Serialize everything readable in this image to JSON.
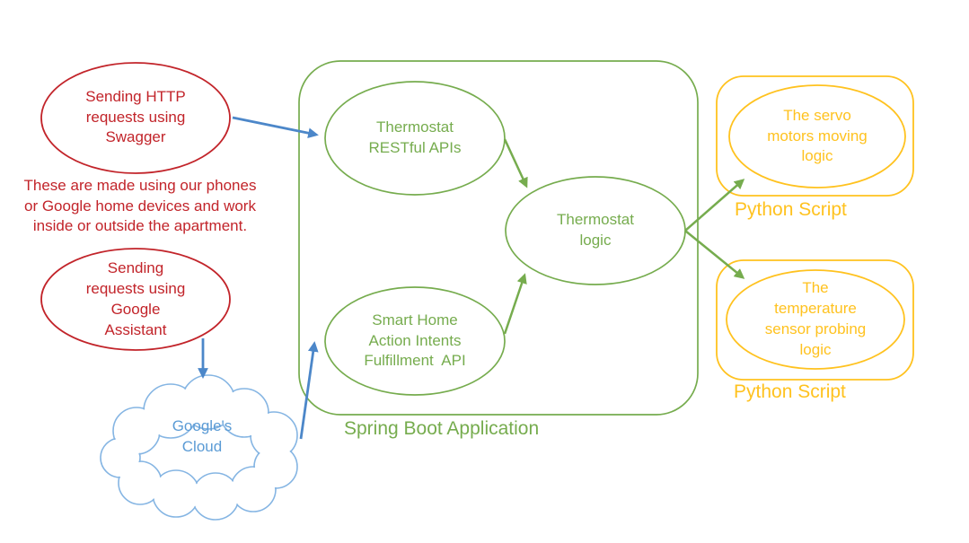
{
  "colors": {
    "red": "#C2242A",
    "green": "#76AC4E",
    "yellow": "#FFC21F",
    "blue-arrow": "#4C87C9",
    "blue-cloud": "#85B5E3",
    "blue-text": "#5B9BD5",
    "background": "#FFFFFF"
  },
  "nodes": {
    "swagger": {
      "label": "Sending HTTP\nrequests using\nSwagger"
    },
    "note": {
      "text": "These are made using our phones\nor Google home devices and work\ninside or outside the apartment."
    },
    "assistant": {
      "label": "Sending\nrequests using\nGoogle\nAssistant"
    },
    "cloud": {
      "label": "Google's\nCloud"
    },
    "rest_apis": {
      "label": "Thermostat\nRESTful APIs"
    },
    "thermostat_logic": {
      "label": "Thermostat\nlogic"
    },
    "smart_home": {
      "label": "Smart Home\nAction Intents\nFulfillment  API"
    },
    "servo": {
      "label": "The servo\nmotors moving\nlogic"
    },
    "temperature": {
      "label": "The\ntemperature\nsensor probing\nlogic"
    }
  },
  "containers": {
    "spring_boot": {
      "label": "Spring Boot Application"
    },
    "python_script_top": {
      "label": "Python Script"
    },
    "python_script_bottom": {
      "label": "Python Script"
    }
  }
}
